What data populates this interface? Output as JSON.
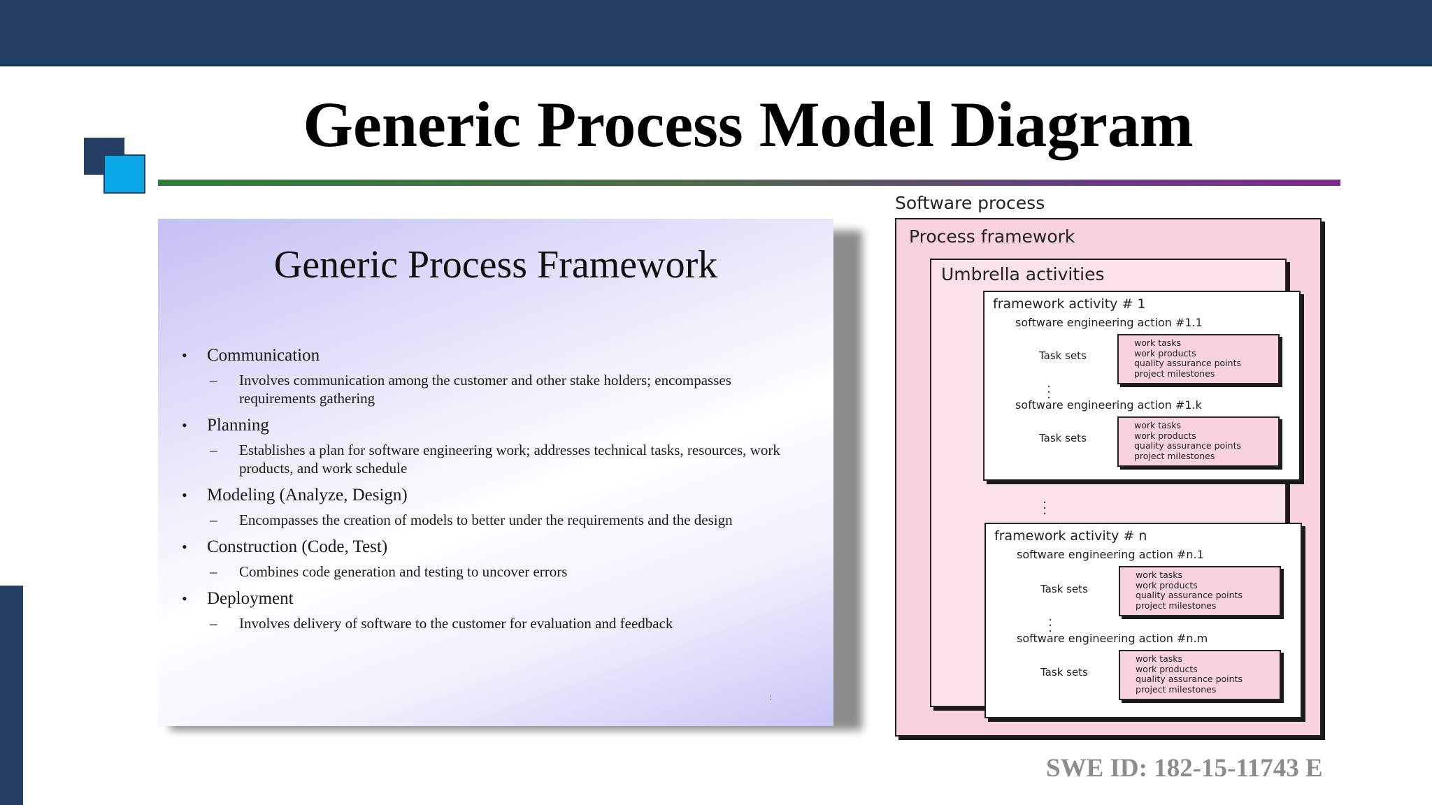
{
  "slide": {
    "title": "Generic Process Model Diagram",
    "footer_id": "SWE ID: 182-15-11743 E"
  },
  "framework_slide": {
    "title": "Generic Process Framework",
    "items": [
      {
        "label": "Communication",
        "detail": "Involves communication among the customer and other stake holders; encompasses requirements gathering"
      },
      {
        "label": "Planning",
        "detail": "Establishes a plan for software engineering work; addresses technical tasks, resources, work products, and work schedule"
      },
      {
        "label": "Modeling (Analyze, Design)",
        "detail": "Encompasses the creation of models to better under the requirements and the design"
      },
      {
        "label": "Construction (Code, Test)",
        "detail": "Combines code generation and testing to uncover errors"
      },
      {
        "label": "Deployment",
        "detail": "Involves delivery of software to the customer for evaluation and feedback"
      }
    ],
    "bullet_glyph": "•",
    "dash_glyph": "–",
    "corner_mark": ":"
  },
  "process_diagram": {
    "software_process": "Software process",
    "process_framework": "Process framework",
    "umbrella_activities": "Umbrella activities",
    "task_sets_label": "Task sets",
    "task_items": [
      "work tasks",
      "work products",
      "quality assurance points",
      "project milestones"
    ],
    "activity_1": {
      "title": "framework activity # 1",
      "action_first": "software engineering action #1.1",
      "action_last": "software engineering action #1.k"
    },
    "activity_n": {
      "title": "framework activity # n",
      "action_first": "software engineering action #n.1",
      "action_last": "software engineering action #n.m"
    }
  },
  "colors": {
    "header_bar": "#233f63",
    "accent_square": "#0aa8e8",
    "diagram_pink": "#f9d2df",
    "footer_text": "#8c8c8c"
  }
}
